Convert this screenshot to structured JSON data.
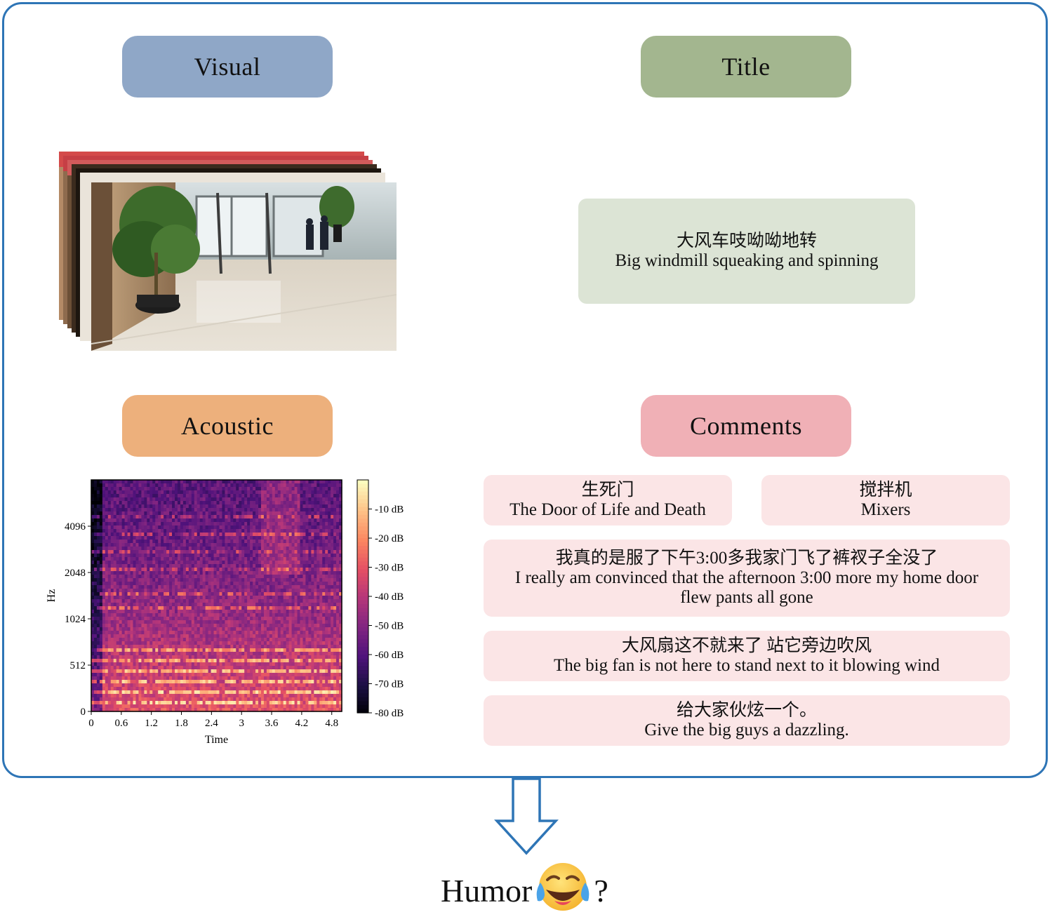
{
  "headers": {
    "visual": "Visual",
    "title": "Title",
    "acoustic": "Acoustic",
    "comments": "Comments"
  },
  "colors": {
    "frame_border": "#2e75b6",
    "visual": "#8fa7c7",
    "title": "#a3b68f",
    "title_box": "#dce4d5",
    "acoustic": "#edb07c",
    "comments": "#f0b0b6",
    "comment_box": "#fbe5e6"
  },
  "title_box": {
    "zh": "大风车吱呦呦地转",
    "en": "Big windmill squeaking and spinning"
  },
  "comments": [
    {
      "zh": "生死门",
      "en": "The Door of Life and Death"
    },
    {
      "zh": "搅拌机",
      "en": "Mixers"
    },
    {
      "zh": "我真的是服了下午3:00多我家门飞了裤衩子全没了",
      "en1": "I really am convinced that the afternoon 3:00 more my home door",
      "en2": "flew pants all gone"
    },
    {
      "zh": "大风扇这不就来了  站它旁边吹风",
      "en": "The big fan is not here to stand next to it blowing wind"
    },
    {
      "zh": "给大家伙炫一个。",
      "en": "Give the big guys a dazzling."
    }
  ],
  "chart_data": {
    "type": "heatmap",
    "xlabel": "Time",
    "ylabel": "Hz",
    "x_ticks": [
      "0",
      "0.6",
      "1.2",
      "1.8",
      "2.4",
      "3",
      "3.6",
      "4.2",
      "4.8"
    ],
    "y_ticks": [
      "0",
      "512",
      "1024",
      "2048",
      "4096"
    ],
    "colorbar_ticks": [
      "-10 dB",
      "-20 dB",
      "-30 dB",
      "-40 dB",
      "-50 dB",
      "-60 dB",
      "-70 dB",
      "-80 dB"
    ],
    "xlim": [
      0,
      5.0
    ],
    "colormap": "magma"
  },
  "result": {
    "label": "Humor",
    "suffix": "?",
    "emoji": "face-with-tears-of-joy-icon"
  }
}
